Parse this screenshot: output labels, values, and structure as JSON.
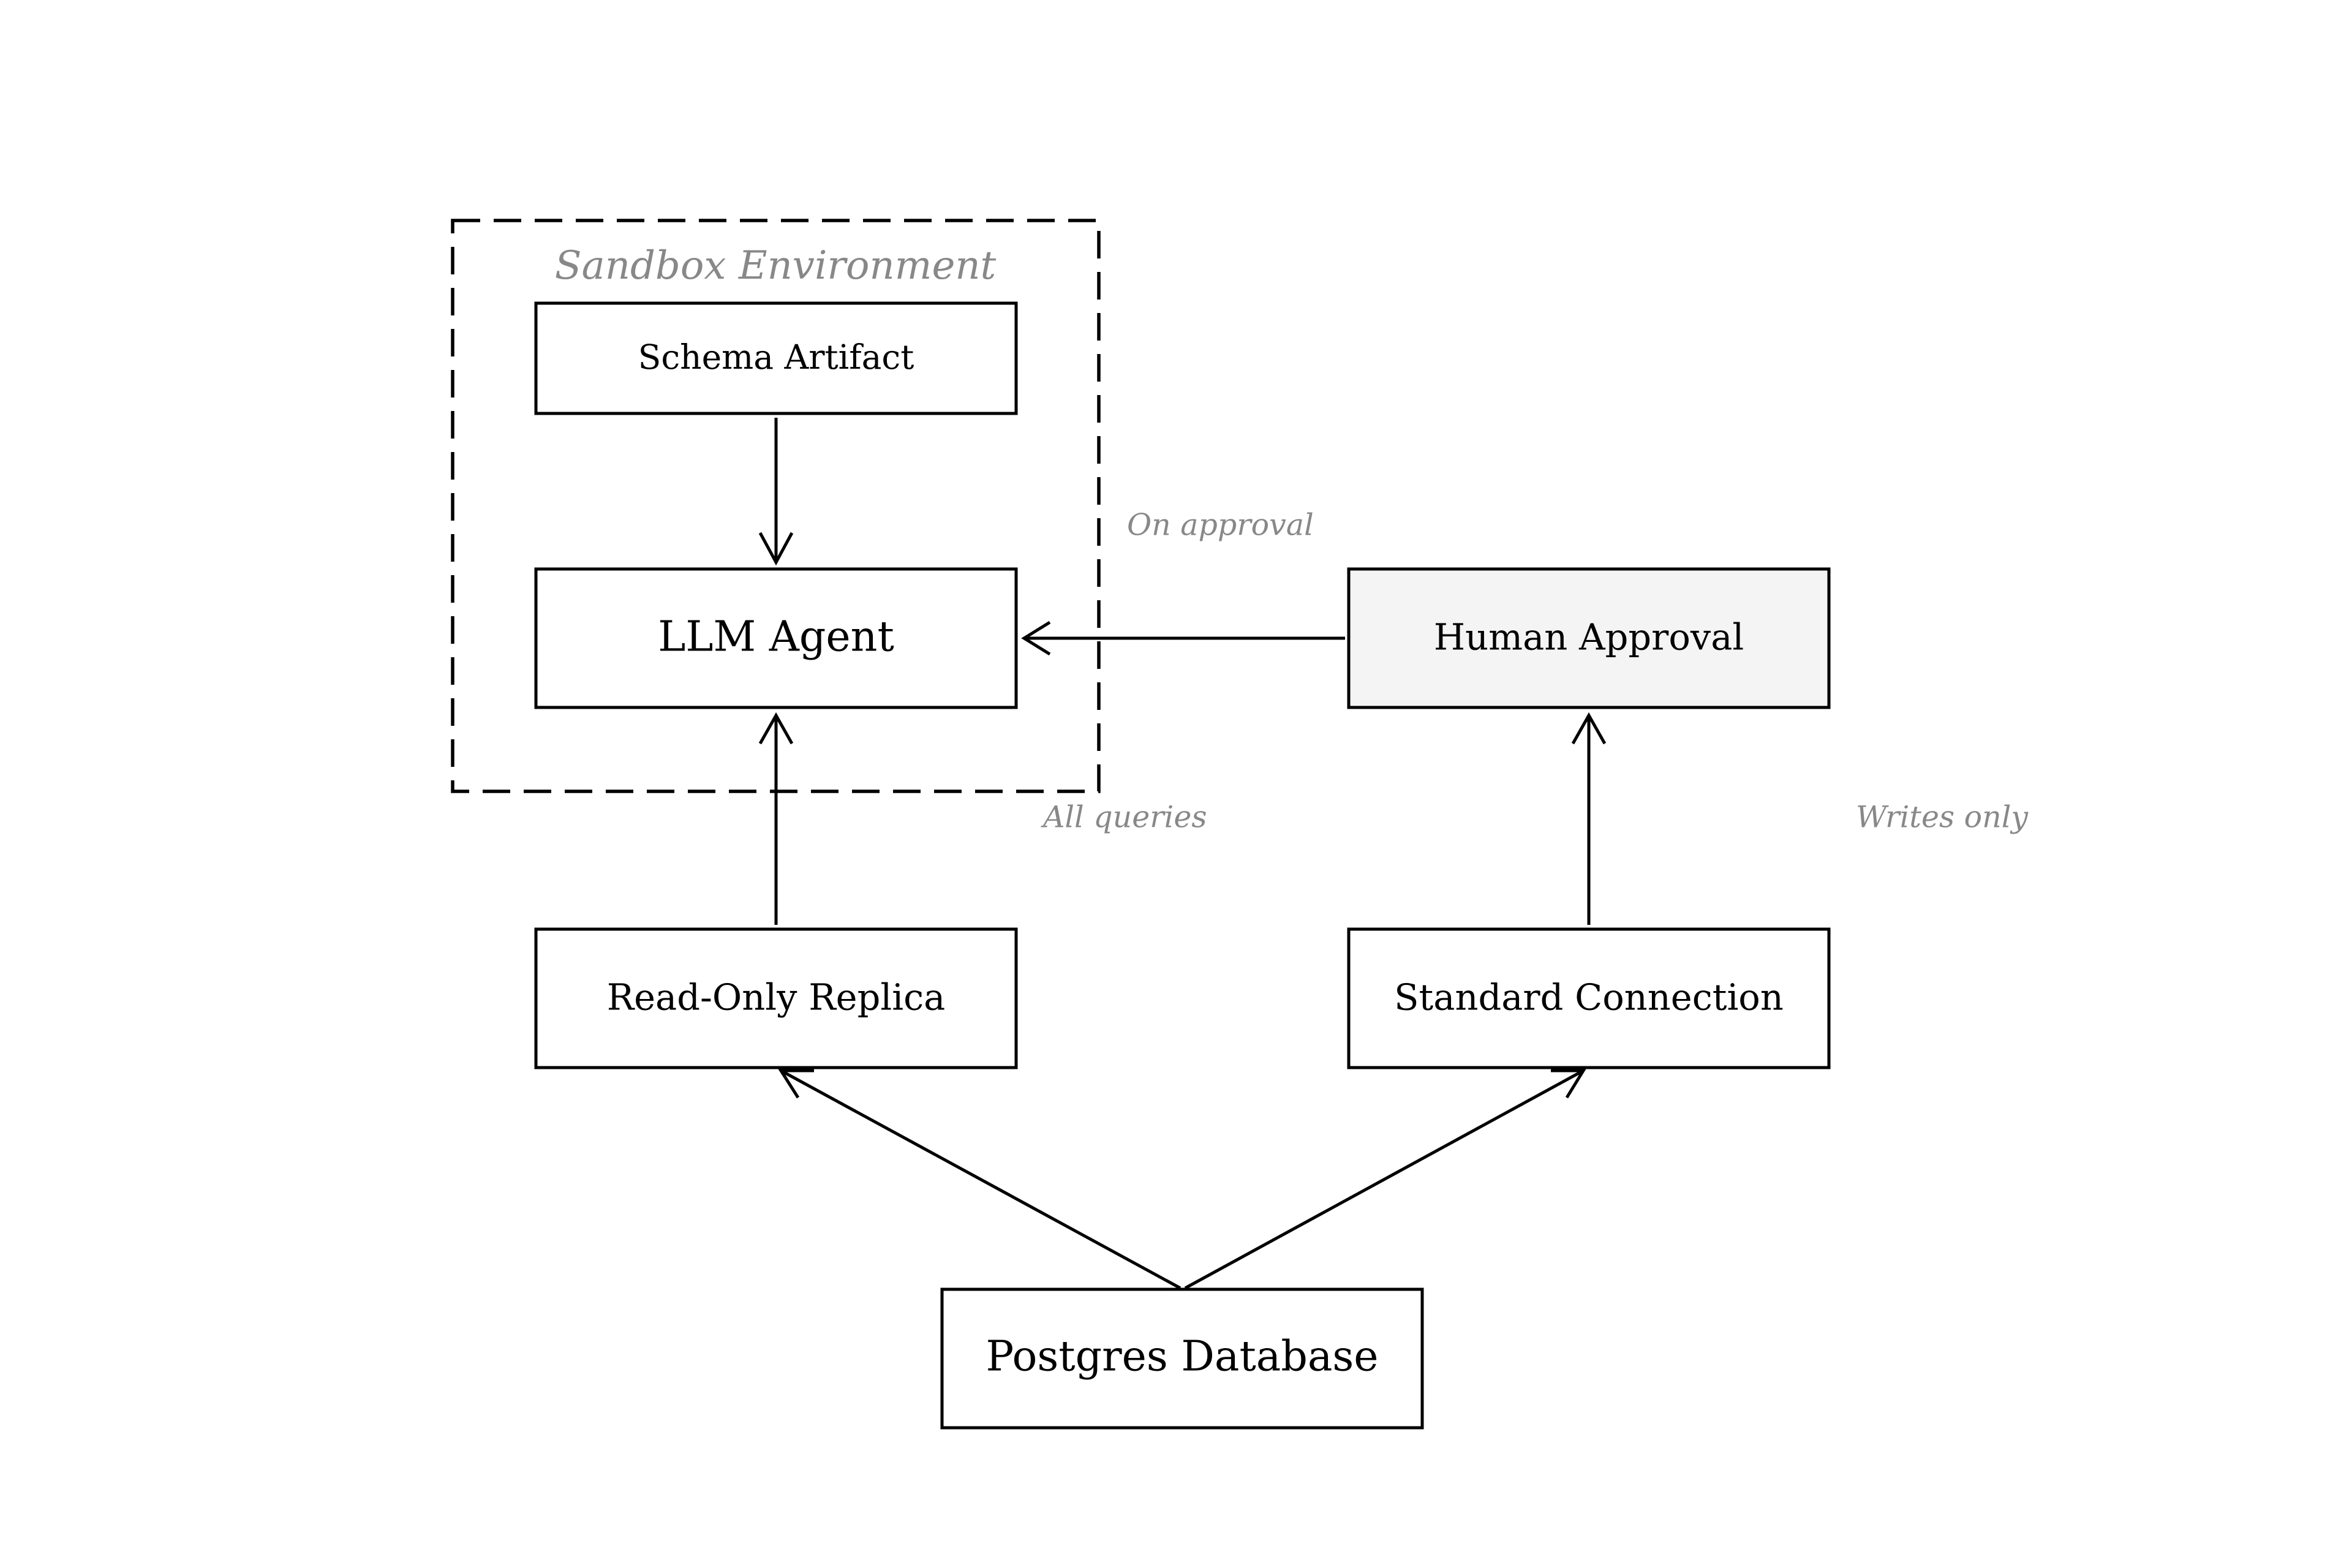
{
  "groups": {
    "sandbox": {
      "label": "Sandbox Environment"
    }
  },
  "nodes": {
    "schema_artifact": {
      "label": "Schema Artifact"
    },
    "llm_agent": {
      "label": "LLM Agent"
    },
    "human_approval": {
      "label": "Human Approval"
    },
    "read_only_replica": {
      "label": "Read-Only Replica"
    },
    "standard_connection": {
      "label": "Standard Connection"
    },
    "postgres_database": {
      "label": "Postgres Database"
    }
  },
  "edges": {
    "on_approval": {
      "label": "On approval"
    },
    "all_queries": {
      "label": "All queries"
    },
    "writes_only": {
      "label": "Writes only"
    }
  },
  "colors": {
    "stroke": "#000000",
    "label_gray": "#888888",
    "approval_fill": "#f4f4f4"
  }
}
